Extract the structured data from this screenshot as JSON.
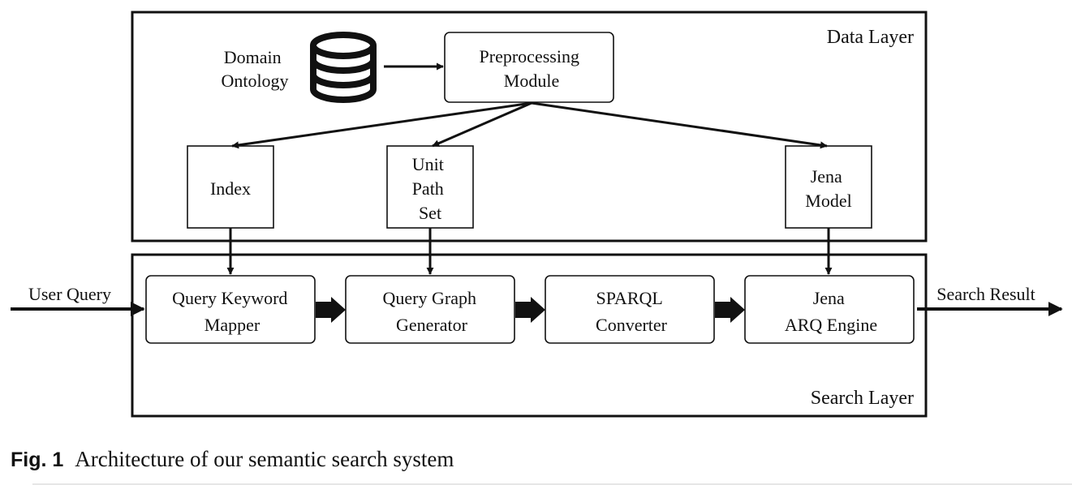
{
  "layers": {
    "data": "Data Layer",
    "search": "Search Layer"
  },
  "data_layer": {
    "ontology": [
      "Domain",
      "Ontology"
    ],
    "preprocessing": [
      "Preprocessing",
      "Module"
    ],
    "index": [
      "Index"
    ],
    "unit_path_set": [
      "Unit",
      "Path",
      "Set"
    ],
    "jena_model": [
      "Jena",
      "Model"
    ]
  },
  "search_layer": {
    "keyword_mapper": [
      "Query Keyword",
      "Mapper"
    ],
    "graph_generator": [
      "Query Graph",
      "Generator"
    ],
    "sparql_converter": [
      "SPARQL",
      "Converter"
    ],
    "arq_engine": [
      "Jena",
      "ARQ Engine"
    ]
  },
  "io": {
    "input": "User Query",
    "output": "Search Result"
  },
  "icons": {
    "ontology": "database-icon"
  },
  "caption": {
    "label": "Fig. 1",
    "text": "Architecture of our semantic search system"
  }
}
